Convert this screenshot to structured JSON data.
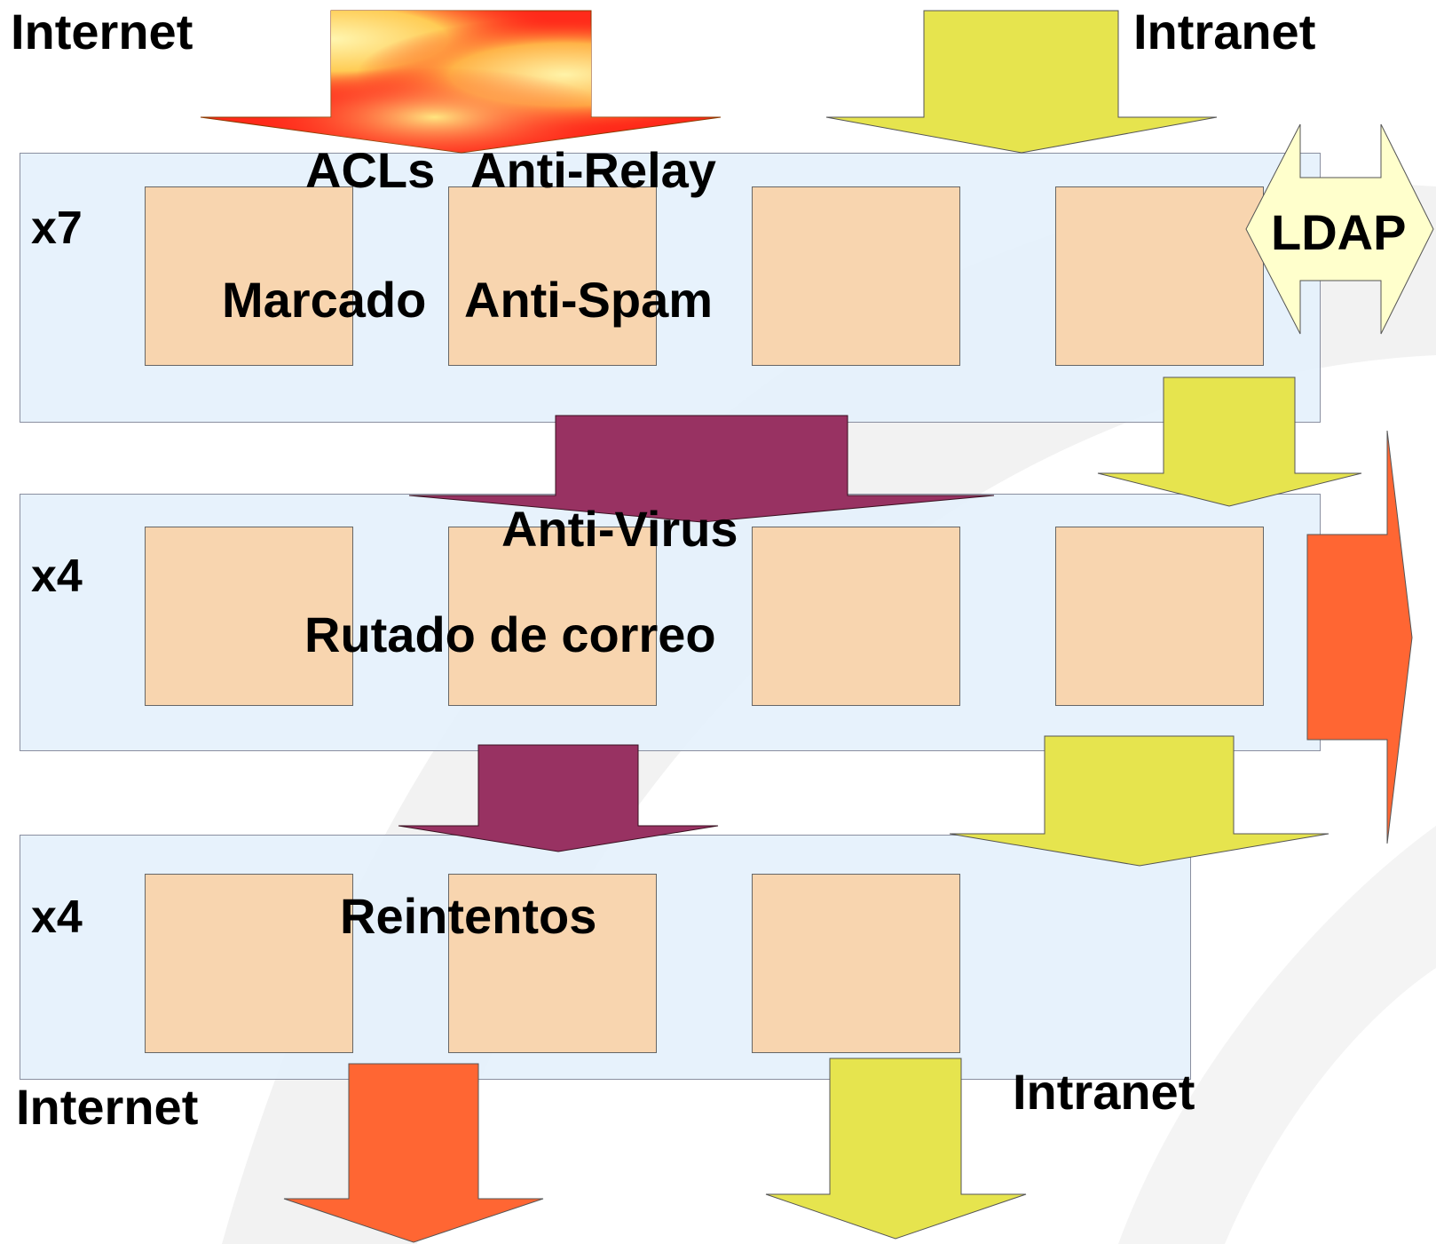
{
  "labels": {
    "internet_top": "Internet",
    "intranet_top": "Intranet",
    "internet_bottom": "Internet",
    "intranet_bottom": "Intranet",
    "ldap": "LDAP"
  },
  "tiers": [
    {
      "count": "x7",
      "functions": [
        "ACLs",
        "Anti-Relay",
        "Marcado",
        "Anti-Spam"
      ]
    },
    {
      "count": "x4",
      "functions": [
        "Anti-Virus",
        "Rutado de correo"
      ]
    },
    {
      "count": "x4",
      "functions": [
        "Reintentos"
      ]
    }
  ],
  "colors": {
    "tier_fill": "#e4f0fc",
    "server_fill": "#f8d5af",
    "intranet_arrow": "#e6e44e",
    "internal_arrow": "#983262",
    "internet_arrow": "#ff6633",
    "ldap_fill": "#ffffcc"
  }
}
